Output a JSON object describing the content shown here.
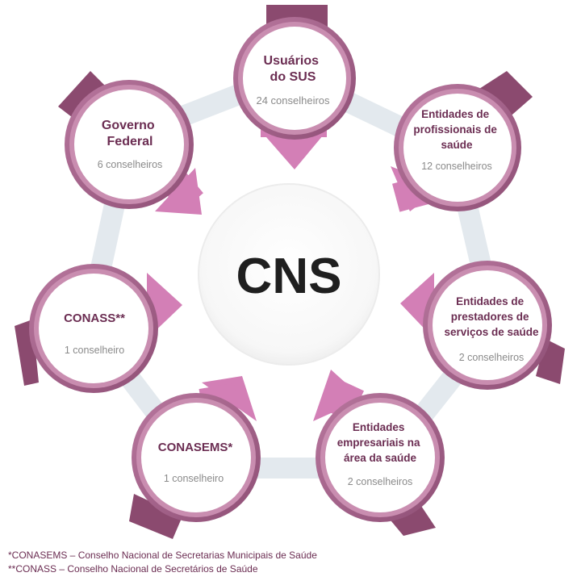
{
  "center": {
    "label": "CNS"
  },
  "nodes": [
    {
      "title": [
        "Usuários",
        "do SUS"
      ],
      "count": "24 conselheiros"
    },
    {
      "title": [
        "Entidades de",
        "profissionais de",
        "saúde"
      ],
      "count": "12 conselheiros"
    },
    {
      "title": [
        "Entidades de",
        "prestadores de",
        "serviços de saúde"
      ],
      "count": "2 conselheiros"
    },
    {
      "title": [
        "Entidades",
        "empresariais na",
        "área da saúde"
      ],
      "count": "2 conselheiros"
    },
    {
      "title": [
        "CONASEMS*"
      ],
      "count": "1 conselheiro"
    },
    {
      "title": [
        "CONASS**"
      ],
      "count": "1 conselheiro"
    },
    {
      "title": [
        "Governo",
        "Federal"
      ],
      "count": "6 conselheiros"
    }
  ],
  "footnotes": [
    "*CONASEMS – Conselho Nacional de Secretarias Municipais de Saúde",
    "**CONASS – Conselho Nacional de Secretários de Saúde"
  ],
  "colors": {
    "ring_dark": "#9c5a82",
    "ring_light": "#c98db0",
    "arrow_pink": "#d37fb6",
    "arrow_dark": "#8b4a6f",
    "title": "#6b2d52",
    "count": "#8a8a8a",
    "connector": "#e3e9ee",
    "center_bg": "#f2f2f2"
  }
}
